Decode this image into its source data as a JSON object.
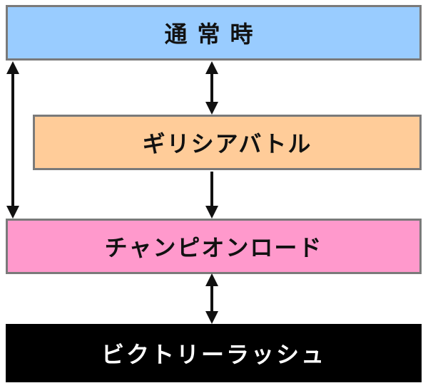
{
  "states": {
    "normal": {
      "label": "通常時",
      "color": "#99ccff"
    },
    "greek_battle": {
      "label": "ギリシアバトル",
      "color": "#ffcc99"
    },
    "champion_road": {
      "label": "チャンピオンロード",
      "color": "#ff99cc"
    },
    "victory_rush": {
      "label": "ビクトリーラッシュ",
      "color": "#000000",
      "text_color": "#ffffff"
    }
  },
  "transitions": [
    {
      "from": "normal",
      "to": "greek_battle",
      "direction": "both"
    },
    {
      "from": "greek_battle",
      "to": "champion_road",
      "direction": "one-way"
    },
    {
      "from": "normal",
      "to": "champion_road",
      "direction": "both"
    },
    {
      "from": "champion_road",
      "to": "victory_rush",
      "direction": "both"
    }
  ]
}
